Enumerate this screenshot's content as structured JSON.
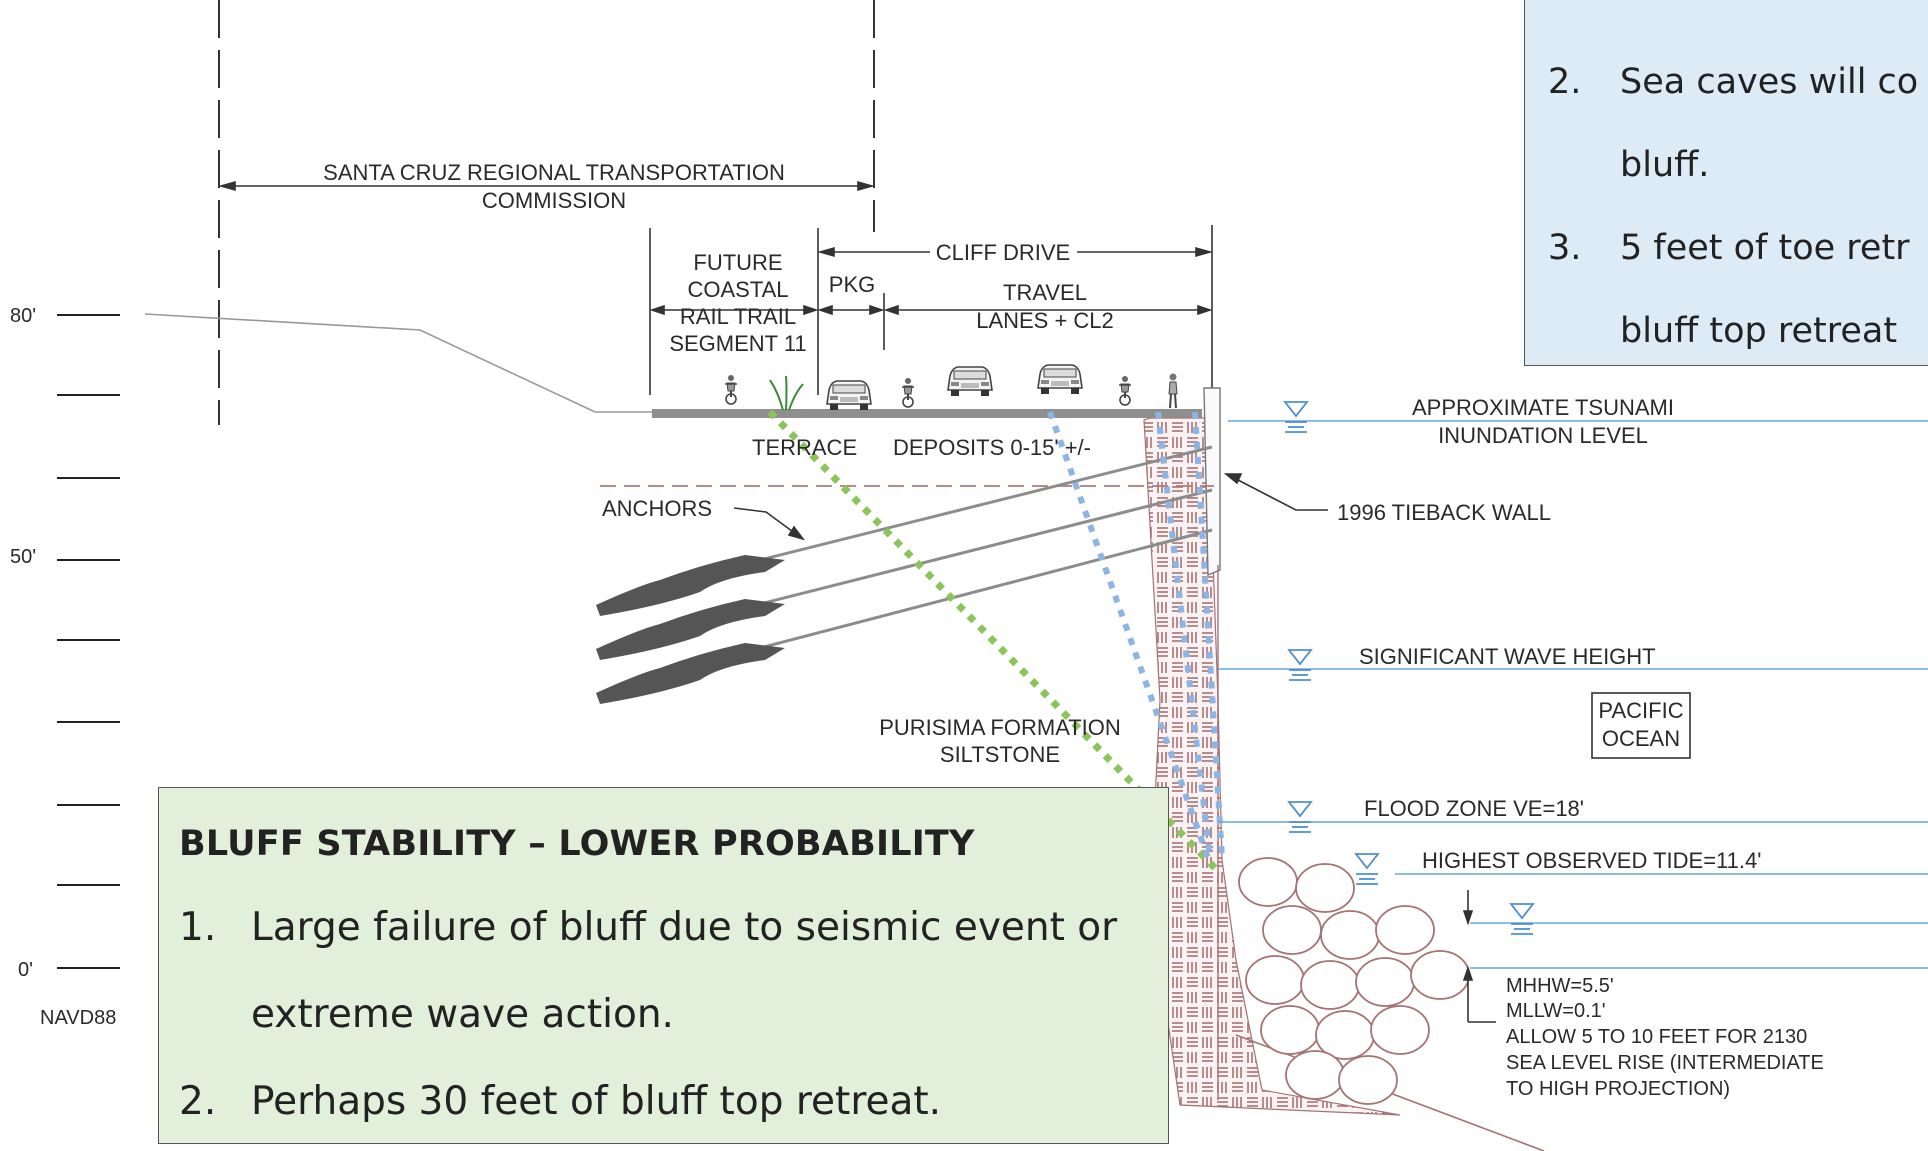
{
  "elevation_scale": {
    "ticks": [
      {
        "label": "80'"
      },
      {
        "label": "50'"
      },
      {
        "label": "0'"
      }
    ],
    "datum": "NAVD88"
  },
  "labels": {
    "rtc_line1": "SANTA CRUZ REGIONAL TRANSPORTATION",
    "rtc_line2": "COMMISSION",
    "cliff_drive": "CLIFF DRIVE",
    "trail_line1": "FUTURE",
    "trail_line2": "COASTAL",
    "trail_line3": "RAIL TRAIL",
    "trail_line4": "SEGMENT 11",
    "pkg": "PKG",
    "travel_line1": "TRAVEL",
    "travel_line2": "LANES + CL2",
    "terrace_a": "TERRACE",
    "terrace_b": "DEPOSITS 0-15' +/-",
    "anchors": "ANCHORS",
    "tieback_wall": "1996 TIEBACK WALL",
    "tsunami_line1": "APPROXIMATE TSUNAMI",
    "tsunami_line2": "INUNDATION LEVEL",
    "wave_height": "SIGNIFICANT WAVE HEIGHT",
    "ocean_line1": "PACIFIC",
    "ocean_line2": "OCEAN",
    "purisima_line1": "PURISIMA FORMATION",
    "purisima_line2": "SILTSTONE",
    "flood_zone": "FLOOD ZONE VE=18'",
    "highest_tide": "HIGHEST OBSERVED TIDE=11.4'",
    "mhhw": "MHHW=5.5'",
    "mllw": "MLLW=0.1'",
    "slr_line1": "ALLOW 5 TO 10 FEET FOR 2130",
    "slr_line2": "SEA LEVEL RISE (INTERMEDIATE",
    "slr_line3": "TO HIGH PROJECTION)"
  },
  "callout_lower": {
    "title": "BLUFF STABILITY – LOWER PROBABILITY",
    "items": [
      {
        "num": "1.",
        "line1": "Large failure of bluff due to seismic event or",
        "line2": "extreme wave action."
      },
      {
        "num": "2.",
        "line1": "Perhaps 30 feet of bluff top retreat."
      }
    ],
    "fill_color": "#e2efda"
  },
  "callout_upper": {
    "items": [
      {
        "num": "2.",
        "line1": "Sea caves will co",
        "line2": "bluff."
      },
      {
        "num": "3.",
        "line1": "5 feet of toe retr",
        "line2": "bluff top retreat"
      }
    ],
    "fill_color": "#ddebf7"
  },
  "colors": {
    "green_failure_line": "#8cc45c",
    "blue_failure_line": "#8db4e2",
    "water_line": "#6aa6dd",
    "bluff_hatch": "#a67272",
    "anchor_fill": "#555555"
  },
  "icons": [
    "vehicle-icon",
    "cyclist-icon",
    "pedestrian-icon",
    "water-level-marker-icon",
    "riprap-boulders"
  ]
}
